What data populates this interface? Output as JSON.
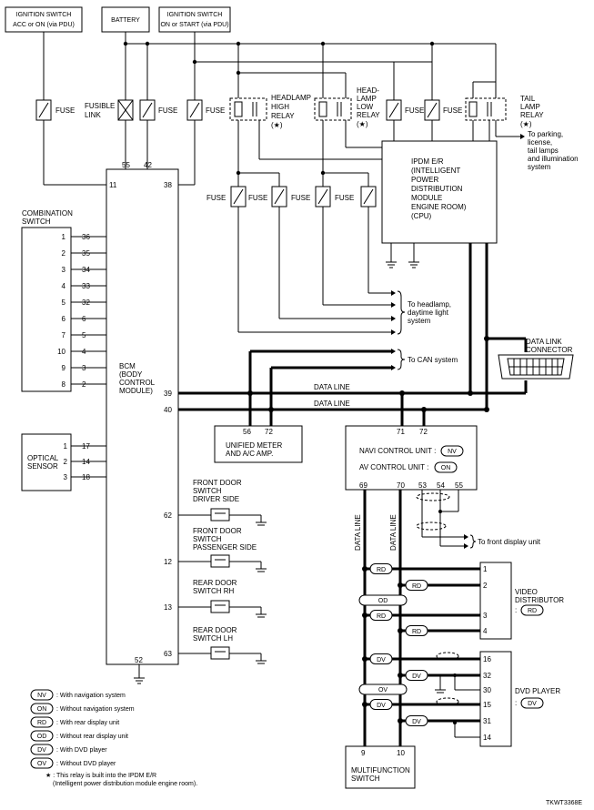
{
  "sources": {
    "ign_acc": [
      "IGNITION SWITCH",
      "ACC or ON (via PDU)"
    ],
    "battery": "BATTERY",
    "ign_on": [
      "IGNITION SWITCH",
      "ON or START (via PDU)"
    ]
  },
  "fuse": "FUSE",
  "fusible_link": [
    "FUSIBLE",
    "LINK"
  ],
  "relays": {
    "hi": [
      "HEADLAMP",
      "HIGH",
      "RELAY",
      "(★)"
    ],
    "lo": [
      "HEAD-",
      "LAMP",
      "LOW",
      "RELAY",
      "(★)"
    ],
    "tail": [
      "TAIL",
      "LAMP",
      "RELAY",
      "(★)"
    ]
  },
  "tail_dest": [
    "To parking,",
    "license,",
    "tail lamps",
    "and illumination",
    "system"
  ],
  "ipdm": [
    "IPDM E/R",
    "(INTELLIGENT",
    "POWER",
    "DISTRIBUTION",
    "MODULE",
    "ENGINE ROOM)",
    "(CPU)"
  ],
  "headlamp_dest": [
    "To headlamp,",
    "daytime light",
    "system"
  ],
  "can_dest": "To CAN system",
  "dlc": [
    "DATA LINK",
    "CONNECTOR"
  ],
  "data_line": "DATA LINE",
  "combo_switch": [
    "COMBINATION",
    "SWITCH"
  ],
  "combo_pins": [
    {
      "left": "1",
      "right": "36"
    },
    {
      "left": "2",
      "right": "35"
    },
    {
      "left": "3",
      "right": "34"
    },
    {
      "left": "4",
      "right": "33"
    },
    {
      "left": "5",
      "right": "32"
    },
    {
      "left": "6",
      "right": "6"
    },
    {
      "left": "7",
      "right": "5"
    },
    {
      "left": "10",
      "right": "4"
    },
    {
      "left": "9",
      "right": "3"
    },
    {
      "left": "8",
      "right": "2"
    }
  ],
  "bcm": [
    "BCM",
    "(BODY",
    "CONTROL",
    "MODULE)"
  ],
  "bcm_top_pins": [
    "55",
    "42",
    "11",
    "38"
  ],
  "bcm_line_pins": [
    "39",
    "40"
  ],
  "bcm_door_pins": [
    "62",
    "12",
    "13",
    "63"
  ],
  "bcm_gnd_pin": "52",
  "optical": [
    "OPTICAL",
    "SENSOR"
  ],
  "optical_pins": [
    {
      "left": "1",
      "right": "17"
    },
    {
      "left": "2",
      "right": "14"
    },
    {
      "left": "3",
      "right": "18"
    }
  ],
  "meter": [
    "UNIFIED METER",
    "AND A/C AMP."
  ],
  "meter_pins": [
    "56",
    "72"
  ],
  "navi_pins_top": [
    "71",
    "72"
  ],
  "navi_pins_bottom": [
    "69",
    "70",
    "53",
    "54",
    "55"
  ],
  "navi_line1": "NAVI CONTROL UNIT :",
  "navi_line2": "AV CONTROL UNIT :",
  "front_display": "To front display unit",
  "door_switches": [
    [
      "FRONT DOOR",
      "SWITCH",
      "DRIVER SIDE"
    ],
    [
      "FRONT DOOR",
      "SWITCH",
      "PASSENGER SIDE"
    ],
    [
      "REAR DOOR",
      "SWITCH RH"
    ],
    [
      "REAR DOOR",
      "SWITCH LH"
    ]
  ],
  "video_dist": [
    "VIDEO",
    "DISTRIBUTOR"
  ],
  "video_pins": [
    "1",
    "2",
    "3",
    "4"
  ],
  "dvd_player": [
    "DVD PLAYER"
  ],
  "dvd_pins": [
    "16",
    "32",
    "30",
    "15",
    "31",
    "14"
  ],
  "mfs": [
    "MULTIFUNCTION",
    "SWITCH"
  ],
  "mfs_pins": [
    "9",
    "10"
  ],
  "codes": {
    "nv": "NV",
    "on": "ON",
    "rd": "RD",
    "od": "OD",
    "dv": "DV",
    "ov": "OV"
  },
  "legend": [
    {
      "code": "NV",
      "text": ": With navigation system"
    },
    {
      "code": "ON",
      "text": ": Without navigation system"
    },
    {
      "code": "RD",
      "text": ": With rear display unit"
    },
    {
      "code": "OD",
      "text": ": Without rear display unit"
    },
    {
      "code": "DV",
      "text": ": With DVD player"
    },
    {
      "code": "OV",
      "text": ": Without DVD player"
    }
  ],
  "footnote": [
    "★ : This relay is built into the IPDM E/R",
    "(Intelligent power distribution module engine room)."
  ],
  "ref_code": "TKWT3368E"
}
